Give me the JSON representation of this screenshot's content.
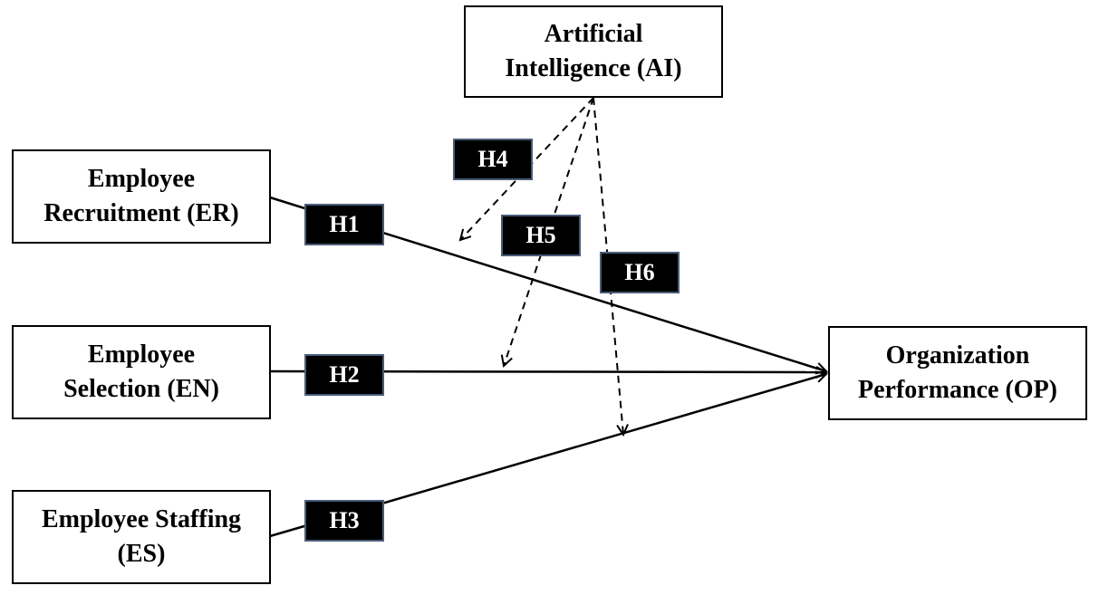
{
  "nodes": {
    "ai": {
      "line1": "Artificial",
      "line2": "Intelligence (AI)"
    },
    "er": {
      "line1": "Employee",
      "line2": "Recruitment (ER)"
    },
    "en": {
      "line1": "Employee",
      "line2": "Selection (EN)"
    },
    "es": {
      "line1": "Employee Staffing",
      "line2": "(ES)"
    },
    "op": {
      "line1": "Organization",
      "line2": "Performance (OP)"
    }
  },
  "hypotheses": {
    "h1": "H1",
    "h2": "H2",
    "h3": "H3",
    "h4": "H4",
    "h5": "H5",
    "h6": "H6"
  }
}
